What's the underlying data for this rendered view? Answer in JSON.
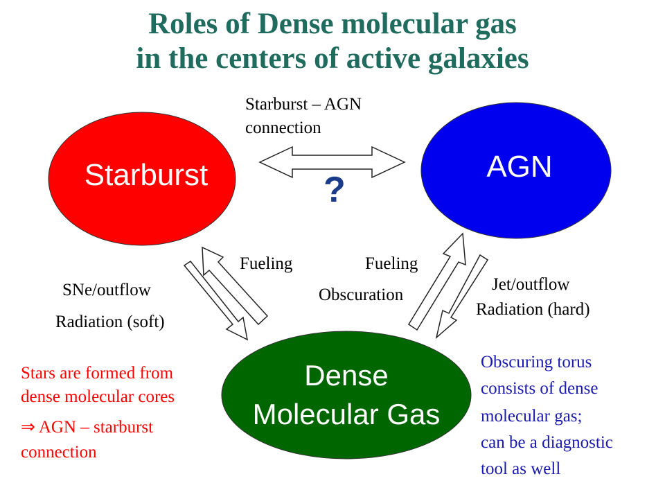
{
  "title": {
    "line1": "Roles of Dense molecular gas",
    "line2": "in the centers of active galaxies"
  },
  "nodes": {
    "starburst": {
      "label": "Starburst",
      "color": "#ff0000"
    },
    "agn": {
      "label": "AGN",
      "color": "#0000ee"
    },
    "dense_gas": {
      "line1": "Dense",
      "line2": "Molecular Gas",
      "color": "#006600"
    }
  },
  "edges": {
    "connection": {
      "line1": "Starburst – AGN",
      "line2": "connection",
      "question": "?"
    },
    "fueling_left": "Fueling",
    "fueling_right": "Fueling",
    "sne_outflow": "SNe/outflow",
    "radiation_soft": "Radiation (soft)",
    "obscuration": "Obscuration",
    "jet_outflow": "Jet/outflow",
    "radiation_hard": "Radiation (hard)"
  },
  "notes": {
    "left": {
      "lines": [
        "Stars are formed from",
        "dense molecular cores",
        "⇒ AGN – starburst",
        "connection"
      ],
      "color": "#ff0000"
    },
    "right": {
      "lines": [
        "Obscuring torus",
        "consists of dense",
        "molecular gas;",
        "can be a diagnostic",
        "tool as well"
      ],
      "color": "#1a1aaf"
    }
  },
  "colors": {
    "title": "#1f6b5e",
    "question": "#1a3a8a"
  }
}
